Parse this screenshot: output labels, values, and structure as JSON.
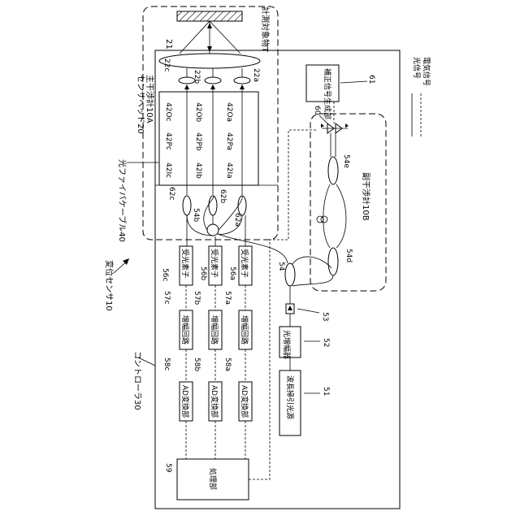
{
  "labels": {
    "target": "計測対象物T",
    "lens21": "21",
    "n22a": "22a",
    "n22b": "22b",
    "n22c": "22c",
    "main_interferometer": "主干渉計10A",
    "sensor_head": "センサヘッド20",
    "p42Oa": "42Oa",
    "p42Ob": "42Ob",
    "p42Oc": "42Oc",
    "p42Pa": "42Pa",
    "p42Pb": "42Pb",
    "p42Pc": "42Pc",
    "p42Ia": "42Ia",
    "p42Ib": "42Ib",
    "p42Ic": "42Ic",
    "cable": "光ファイバケーブル40",
    "n62a": "62a",
    "n62b": "62b",
    "n62c": "62c",
    "n54b": "54b",
    "sensor": "変位センサ10",
    "n56a": "56a",
    "n56b": "56b",
    "n56c": "56c",
    "receiver": "受光素子",
    "n57a": "57a",
    "n57b": "57b",
    "n57c": "57c",
    "amp": "増幅回路",
    "controller": "コントローラ30",
    "n58a": "58a",
    "n58b": "58b",
    "n58c": "58c",
    "adc": "AD変換部",
    "n59": "59",
    "processor": "処理部",
    "n60": "60",
    "n61": "61",
    "corr_gen": "補正信号生成部",
    "sub_interferometer": "副干渉計10B",
    "n54e": "54e",
    "n54d": "54d",
    "n54": "54",
    "n53": "53",
    "n52": "52",
    "optical_amp": "光増幅器",
    "n51": "51",
    "light_source": "波長掃引光源",
    "legend_electric": "電気信号",
    "legend_optical": "光信号"
  }
}
